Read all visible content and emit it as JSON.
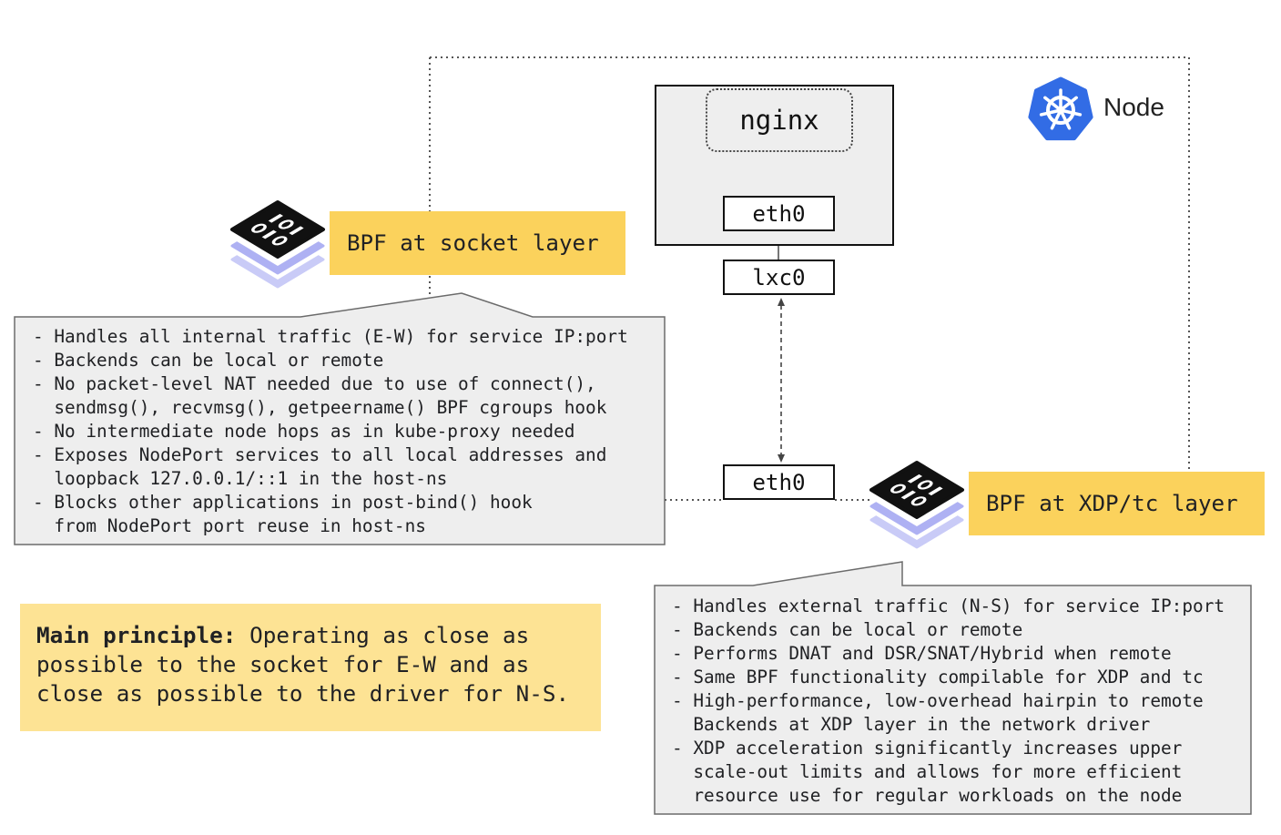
{
  "node": {
    "label": "Node",
    "icon": "kubernetes-icon"
  },
  "pod": {
    "app_label": "nginx",
    "interface_label": "eth0"
  },
  "veth": {
    "label": "lxc0"
  },
  "host_interface": {
    "label": "eth0"
  },
  "socket_layer": {
    "title": "BPF at socket layer",
    "icon": "ebpf-icon",
    "notes": [
      {
        "bullet": "-",
        "lines": [
          "Handles all internal traffic (E-W) for service IP:port"
        ]
      },
      {
        "bullet": "-",
        "lines": [
          "Backends can be local or remote"
        ]
      },
      {
        "bullet": "-",
        "lines": [
          "No packet-level NAT needed due to use of connect(),",
          "sendmsg(), recvmsg(), getpeername() BPF cgroups hook"
        ]
      },
      {
        "bullet": "-",
        "lines": [
          "No intermediate node hops as in kube-proxy needed"
        ]
      },
      {
        "bullet": "-",
        "lines": [
          "Exposes NodePort services to all local addresses and",
          "loopback 127.0.0.1/::1 in the host-ns"
        ]
      },
      {
        "bullet": "-",
        "lines": [
          "Blocks other applications in post-bind() hook",
          "from NodePort port reuse in host-ns"
        ]
      }
    ]
  },
  "xdp_layer": {
    "title": "BPF at XDP/tc layer",
    "icon": "ebpf-icon",
    "notes": [
      {
        "bullet": "-",
        "lines": [
          "Handles external traffic (N-S) for service IP:port"
        ]
      },
      {
        "bullet": "-",
        "lines": [
          "Backends can be local or remote"
        ]
      },
      {
        "bullet": "-",
        "lines": [
          "Performs DNAT and DSR/SNAT/Hybrid when remote"
        ]
      },
      {
        "bullet": "-",
        "lines": [
          "Same BPF functionality compilable for XDP and tc"
        ]
      },
      {
        "bullet": "-",
        "lines": [
          "High-performance, low-overhead hairpin to remote",
          "Backends at XDP layer in the network driver"
        ]
      },
      {
        "bullet": "-",
        "lines": [
          "XDP acceleration significantly increases upper",
          "scale-out limits and allows for more efficient",
          "resource use for regular workloads on the node"
        ]
      }
    ]
  },
  "principle": {
    "label": "Main principle:",
    "lines": [
      "Operating as close as",
      "possible to the socket for E-W and as",
      "close as possible to the driver for N-S."
    ]
  },
  "colors": {
    "title_yellow": "#fbd25c",
    "principle_yellow": "#fde394",
    "callout_gray": "#eeeeee",
    "kubernetes_blue": "#326ce5",
    "ebpf_lavender": "#aeb1f3"
  }
}
